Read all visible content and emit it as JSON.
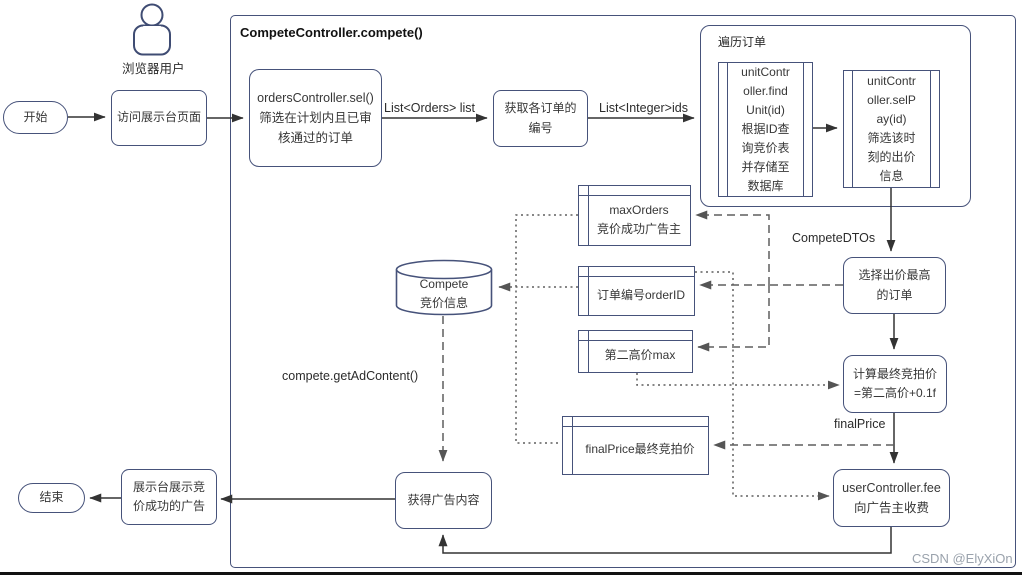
{
  "diagram": {
    "title": "CompeteController.compete()",
    "watermark": "CSDN @ElyXiOn",
    "actor": {
      "label": "浏览器用户"
    },
    "nodes": {
      "start": "开始",
      "visit": "访问展示台页面",
      "orders_sel": "ordersController.sel()\n筛选在计划内且已审\n核通过的订单",
      "get_ids": "获取各订单的\n编号",
      "loop_title": "遍历订单",
      "find_unit": "unitContr\noller.find\nUnit(id)\n根据ID查\n询竞价表\n并存储至\n数据库",
      "sel_pay": "unitContr\noller.selP\nay(id)\n筛选该时\n刻的出价\n信息",
      "choose_max": "选择出价最高\n的订单",
      "calc_final": "计算最终竞拍价\n=第二高价+0.1f",
      "fee": "userController.fee\n向广告主收费",
      "get_content": "获得广告内容",
      "show_ad": "展示台展示竞\n价成功的广告",
      "end": "结束",
      "db_compete": "Compete\n竞价信息",
      "store_max_orders": "maxOrders\n竞价成功广告主",
      "store_order_id": "订单编号orderID",
      "store_second_max": "第二高价max",
      "store_final_price": "finalPrice最终竞拍价"
    },
    "edge_labels": {
      "list_orders": "List<Orders> list",
      "list_ids": "List<Integer>ids",
      "compete_dtos": "CompeteDTOs",
      "final_price": "finalPrice",
      "get_ad_content": "compete.getAdContent()"
    },
    "colors": {
      "shape_border": "#46527a",
      "solid_line": "#333333",
      "dashed_line": "#5f5f5f",
      "text": "#373737",
      "watermark": "#9aa2ac"
    }
  }
}
